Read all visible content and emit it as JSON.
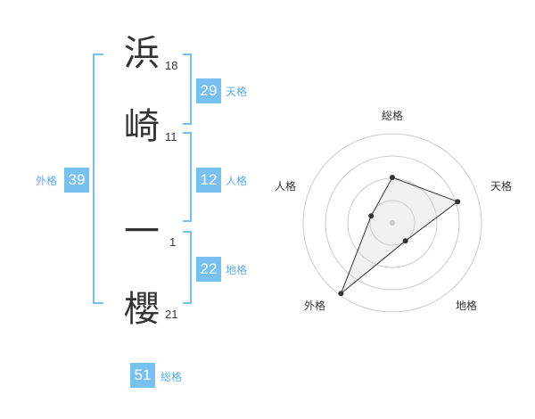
{
  "name": {
    "chars": [
      {
        "char": "浜",
        "strokes": "18"
      },
      {
        "char": "崎",
        "strokes": "11"
      },
      {
        "char": "一",
        "strokes": "1"
      },
      {
        "char": "櫻",
        "strokes": "21"
      }
    ]
  },
  "kakusu": {
    "tenkaku": {
      "value": "29",
      "label": "天格"
    },
    "jinkaku": {
      "value": "12",
      "label": "人格"
    },
    "chikaku": {
      "value": "22",
      "label": "地格"
    },
    "gaikaku": {
      "value": "39",
      "label": "外格"
    },
    "soukaku": {
      "value": "51",
      "label": "総格"
    }
  },
  "colors": {
    "accent": "#78c0f0",
    "label": "#5aaee6",
    "text": "#333333"
  },
  "chart_data": {
    "type": "radar",
    "axes": [
      "総格",
      "天格",
      "地格",
      "外格",
      "人格"
    ],
    "values": [
      51,
      29,
      22,
      39,
      12
    ],
    "series": [
      {
        "values": [
          0.51,
          0.77,
          0.25,
          0.98,
          0.25
        ]
      }
    ],
    "rings": 4,
    "grid": true
  }
}
